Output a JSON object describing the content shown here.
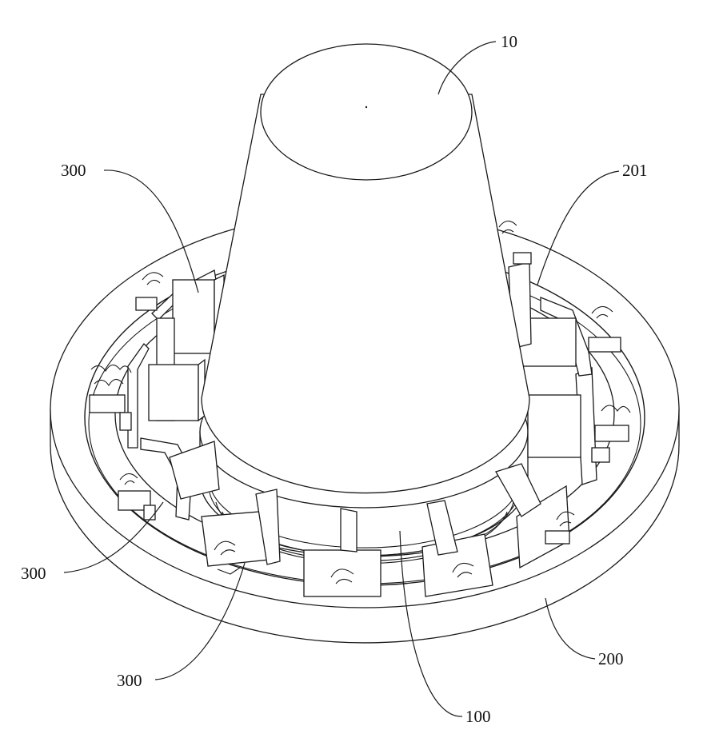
{
  "figure": {
    "labels": {
      "cone": "10",
      "blade_top_left": "300",
      "groove": "201",
      "blade_left": "300",
      "blade_bottom": "300",
      "base_ring": "200",
      "inner_ring": "100"
    }
  }
}
